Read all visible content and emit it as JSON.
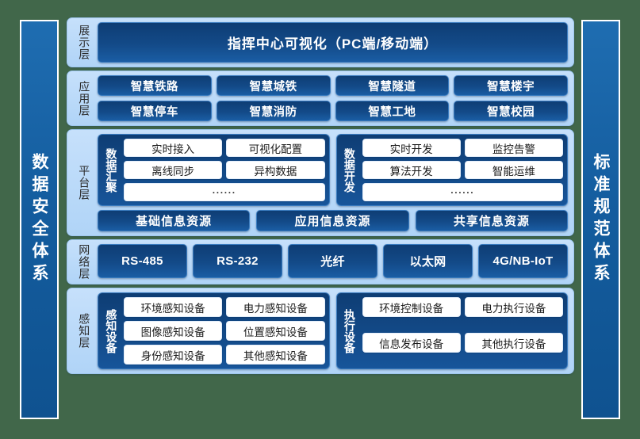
{
  "pillars": {
    "left": "数据安全体系",
    "right": "标准规范体系"
  },
  "layers": [
    {
      "name": "展示层",
      "type": "display",
      "items": [
        "指挥中心可视化（PC端/移动端）"
      ]
    },
    {
      "name": "应用层",
      "type": "application",
      "items": [
        "智慧铁路",
        "智慧城铁",
        "智慧隧道",
        "智慧楼宇",
        "智慧停车",
        "智慧消防",
        "智慧工地",
        "智慧校园"
      ]
    },
    {
      "name": "平台层",
      "type": "platform",
      "groups": [
        {
          "title": "数据汇聚",
          "cells": [
            "实时接入",
            "可视化配置",
            "离线同步",
            "异构数据"
          ],
          "more": "······"
        },
        {
          "title": "数据开发",
          "cells": [
            "实时开发",
            "监控告警",
            "算法开发",
            "智能运维"
          ],
          "more": "······"
        }
      ],
      "resources": [
        "基础信息资源",
        "应用信息资源",
        "共享信息资源"
      ]
    },
    {
      "name": "网络层",
      "type": "network",
      "items": [
        "RS-485",
        "RS-232",
        "光纤",
        "以太网",
        "4G/NB-IoT"
      ]
    },
    {
      "name": "感知层",
      "type": "perception",
      "groups": [
        {
          "title": "感知设备",
          "cells": [
            "环境感知设备",
            "电力感知设备",
            "图像感知设备",
            "位置感知设备",
            "身份感知设备",
            "其他感知设备"
          ]
        },
        {
          "title": "执行设备",
          "cells": [
            "环境控制设备",
            "电力执行设备",
            "信息发布设备",
            "其他执行设备"
          ]
        }
      ]
    }
  ],
  "colors": {
    "background": "#41674a",
    "pillar": "#145d9f",
    "layer_panel": "#b8d9f8",
    "navy_block": "#134a88",
    "white_cell": "#ffffff"
  }
}
